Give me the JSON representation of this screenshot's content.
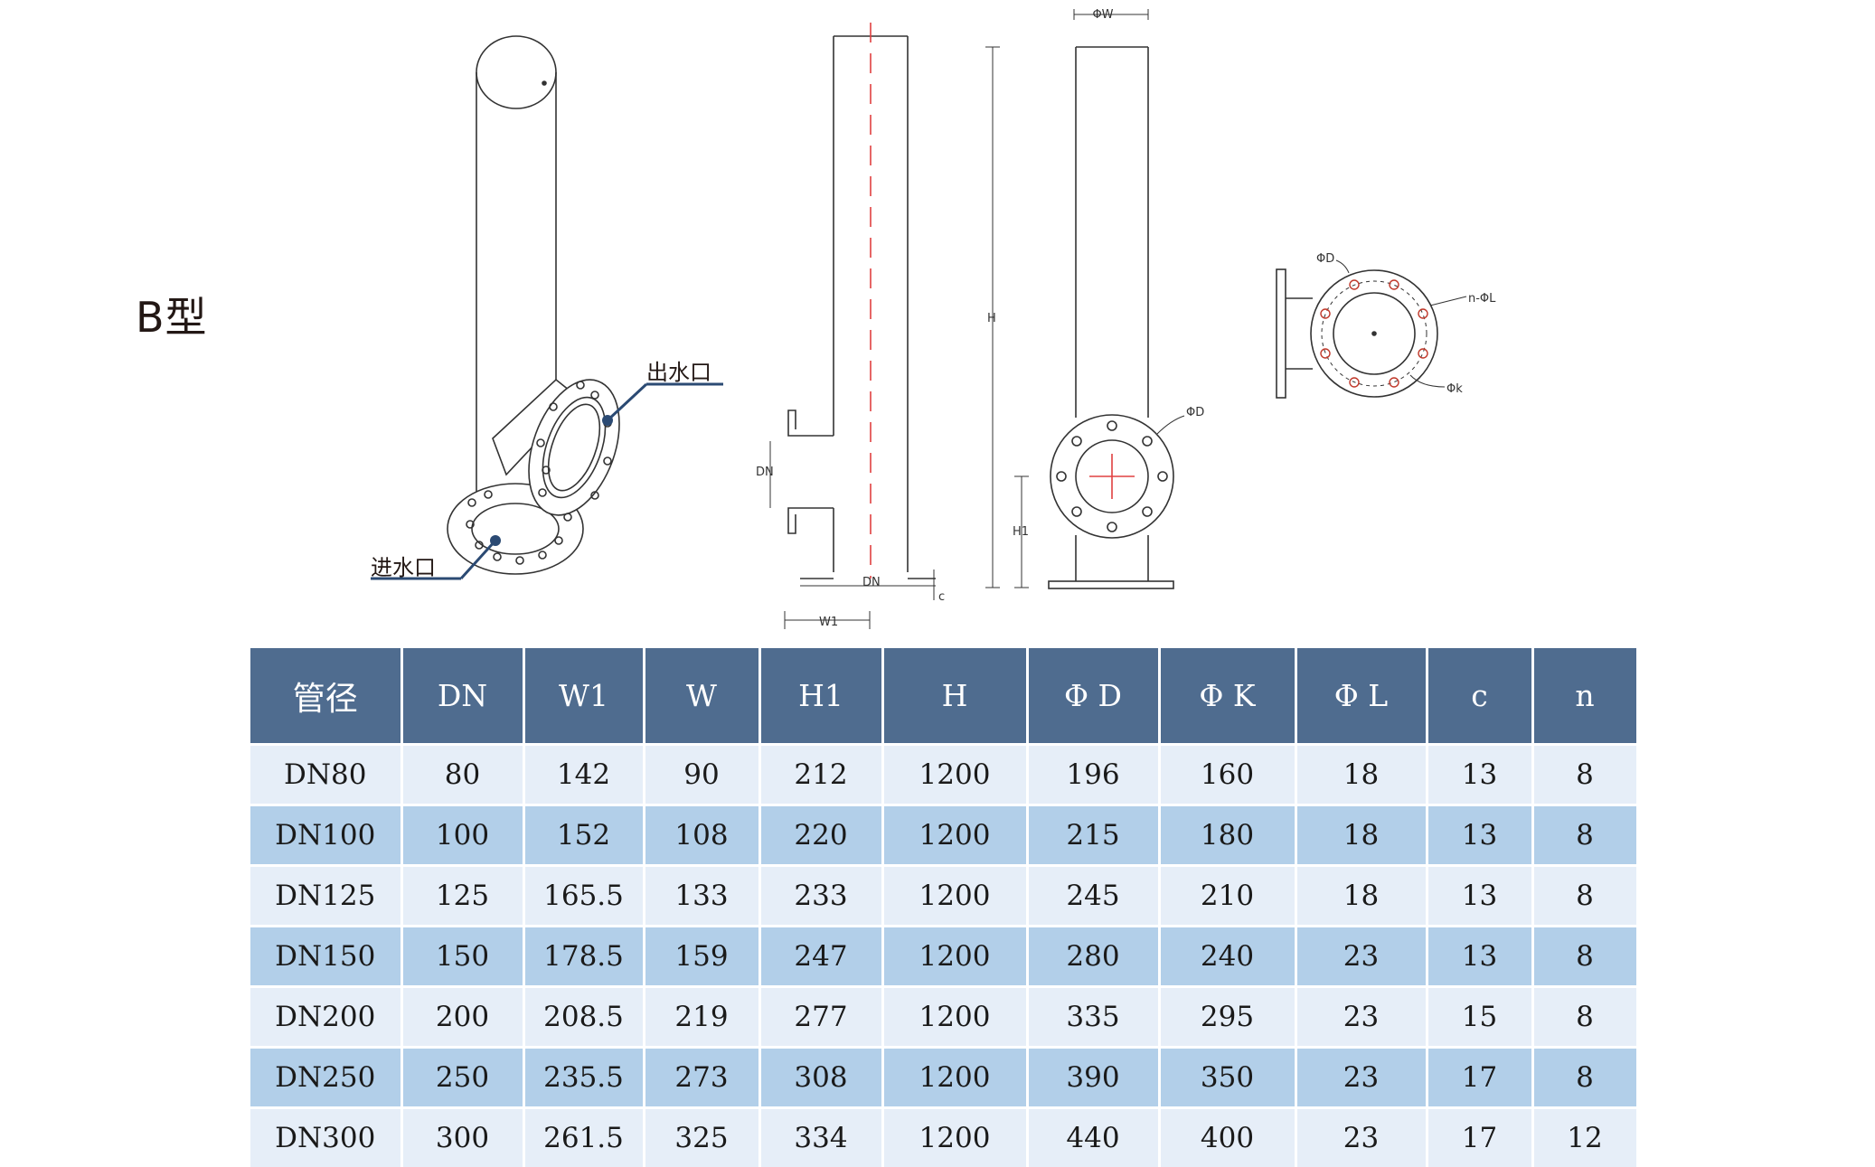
{
  "title": "B型",
  "diagram": {
    "callouts": {
      "outlet": "出水口",
      "inlet": "进水口"
    },
    "dims": {
      "phi_w": "ΦW",
      "h": "H",
      "dn_side": "DN",
      "dn_bottom": "DN",
      "w1": "W1",
      "c": "c",
      "phi_d_front": "ΦD",
      "h1": "H1",
      "phi_d_flange": "ΦD",
      "n_phi_l": "n-ΦL",
      "phi_k": "Φk"
    }
  },
  "table": {
    "headers": [
      "管径",
      "DN",
      "W1",
      "W",
      "H1",
      "H",
      "Φ D",
      "Φ K",
      "Φ L",
      "c",
      "n"
    ],
    "rows": [
      [
        "DN80",
        "80",
        "142",
        "90",
        "212",
        "1200",
        "196",
        "160",
        "18",
        "13",
        "8"
      ],
      [
        "DN100",
        "100",
        "152",
        "108",
        "220",
        "1200",
        "215",
        "180",
        "18",
        "13",
        "8"
      ],
      [
        "DN125",
        "125",
        "165.5",
        "133",
        "233",
        "1200",
        "245",
        "210",
        "18",
        "13",
        "8"
      ],
      [
        "DN150",
        "150",
        "178.5",
        "159",
        "247",
        "1200",
        "280",
        "240",
        "23",
        "13",
        "8"
      ],
      [
        "DN200",
        "200",
        "208.5",
        "219",
        "277",
        "1200",
        "335",
        "295",
        "23",
        "15",
        "8"
      ],
      [
        "DN250",
        "250",
        "235.5",
        "273",
        "308",
        "1200",
        "390",
        "350",
        "23",
        "17",
        "8"
      ],
      [
        "DN300",
        "300",
        "261.5",
        "325",
        "334",
        "1200",
        "440",
        "400",
        "23",
        "17",
        "12"
      ]
    ]
  },
  "colors": {
    "header_bg": "#4f6c8f",
    "row_light": "#e6eef8",
    "row_dark": "#b2cfe9",
    "callout_line": "#2b4a73",
    "centerline_red": "#e04040"
  }
}
